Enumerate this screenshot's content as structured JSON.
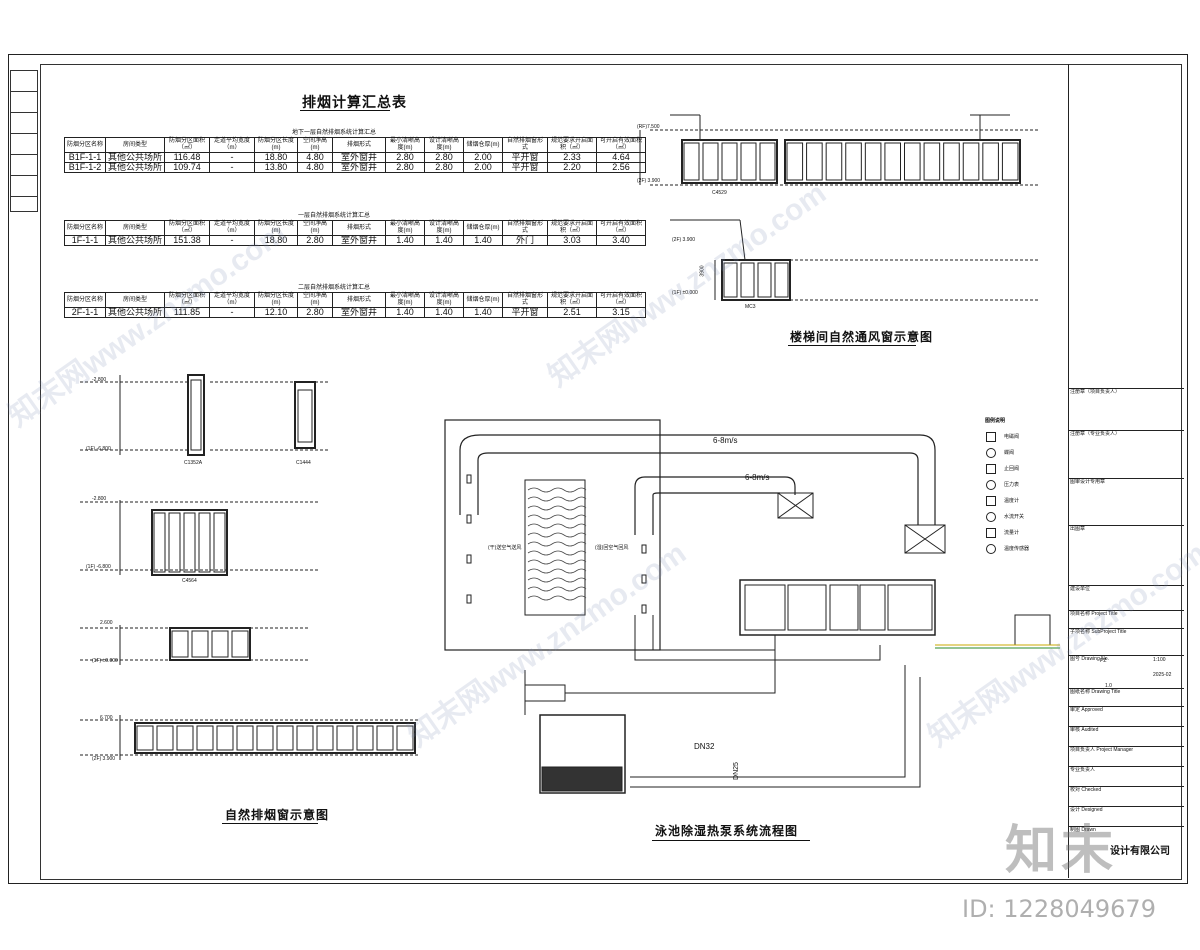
{
  "titles": {
    "smoke_table": "排烟计算汇总表",
    "stair_vent": "楼梯间自然通风窗示意图",
    "smoke_window": "自然排烟窗示意图",
    "pool_flow": "泳池除湿热泵系统流程图"
  },
  "tables": [
    {
      "subtitle": "地下一层自然排烟系统计算汇总",
      "headers": [
        "防烟分区名称",
        "房间类型",
        "防烟分区面积（㎡）",
        "走道平均宽度（m）",
        "防烟分区长度(m)",
        "空间净高(m)",
        "排烟形式",
        "最小清晰高度(m)",
        "设计清晰高度(m)",
        "储烟仓厚(m)",
        "自然排烟窗形式",
        "规范要求开启面积（㎡）",
        "可开启有效面积（㎡）"
      ],
      "rows": [
        [
          "B1F-1-1",
          "其他公共场所",
          "116.48",
          "-",
          "18.80",
          "4.80",
          "室外窗井",
          "2.80",
          "2.80",
          "2.00",
          "平开窗",
          "2.33",
          "4.64"
        ],
        [
          "B1F-1-2",
          "其他公共场所",
          "109.74",
          "-",
          "13.80",
          "4.80",
          "室外窗井",
          "2.80",
          "2.80",
          "2.00",
          "平开窗",
          "2.20",
          "2.56"
        ]
      ]
    },
    {
      "subtitle": "一层自然排烟系统计算汇总",
      "headers": [
        "防烟分区名称",
        "房间类型",
        "防烟分区面积（㎡）",
        "走道平均宽度（m）",
        "防烟分区长度(m)",
        "空间净高(m)",
        "排烟形式",
        "最小清晰高度(m)",
        "设计清晰高度(m)",
        "储烟仓厚(m)",
        "自然排烟窗形式",
        "规范要求开启面积（㎡）",
        "可开启有效面积（㎡）"
      ],
      "rows": [
        [
          "1F-1-1",
          "其他公共场所",
          "151.38",
          "-",
          "18.80",
          "2.80",
          "室外窗井",
          "1.40",
          "1.40",
          "1.40",
          "外门",
          "3.03",
          "3.40"
        ]
      ]
    },
    {
      "subtitle": "二层自然排烟系统计算汇总",
      "headers": [
        "防烟分区名称",
        "房间类型",
        "防烟分区面积（㎡）",
        "走道平均宽度（m）",
        "防烟分区长度(m)",
        "空间净高(m)",
        "排烟形式",
        "最小清晰高度(m)",
        "设计清晰高度(m)",
        "储烟仓厚(m)",
        "自然排烟窗形式",
        "规范要求开启面积（㎡）",
        "可开启有效面积（㎡）"
      ],
      "rows": [
        [
          "2F-1-1",
          "其他公共场所",
          "111.85",
          "-",
          "12.10",
          "2.80",
          "室外窗井",
          "1.40",
          "1.40",
          "1.40",
          "平开窗",
          "2.51",
          "3.15"
        ]
      ]
    }
  ],
  "stair": {
    "level_top": "(RF)7.500",
    "level_mid": "(2F) 3.900",
    "level_low": "(1F) ±0.000",
    "level_2f": "(2F) 3.900",
    "dim_3900": "3900",
    "window_c4529": "C4529",
    "window_mc3": "MC3"
  },
  "smoke": {
    "lv_m2800": "-2.800",
    "lv_m6800": "(1F) -6.800",
    "lv_m2800b": "-2.800",
    "lv_m6800b": "(1F) -6.800",
    "lv_2600": "2.600",
    "lv_0000": "(1F) ±0.000",
    "lv_6700": "6.700",
    "lv_3900": "(2F) 3.900",
    "w1": "C1352A",
    "w2": "C1444",
    "w3": "C4564"
  },
  "flow": {
    "speed1": "6-8m/s",
    "speed2": "6-8m/s",
    "pipe1": "DN32",
    "pipe2": "DN25",
    "label_pool_air": "(干)送空气送风",
    "label_return": "(湿)回空气回风"
  },
  "legend": {
    "title": "图例说明",
    "items": [
      "电磁阀",
      "蝶阀",
      "止回阀",
      "压力表",
      "温度计",
      "水流开关",
      "流量计",
      "温度传感器"
    ]
  },
  "titleblock": {
    "company": "设计有限公司",
    "project": "Project Title",
    "scale": "1:100",
    "date": "2025-02",
    "drawing_no": "PZ",
    "version": "1.0",
    "sub_rows": [
      "注册章（项目负责人）",
      "注册章（专业负责人）",
      "图审设计专用章",
      "出图章",
      "建设单位",
      "项目名称 Project Title",
      "子项名称 SubProject Title",
      "图号 Drawing No.",
      "图纸名称 Drawing Title",
      "审定 Approved",
      "审核 Audited",
      "项目负责人 Project Manager",
      "专业负责人",
      "校对 Checked",
      "设计 Designed",
      "制图 Drawn"
    ]
  },
  "watermark": {
    "brand": "知末",
    "id": "ID: 1228049679",
    "wm_text": "知末网www.znzmo.com"
  }
}
